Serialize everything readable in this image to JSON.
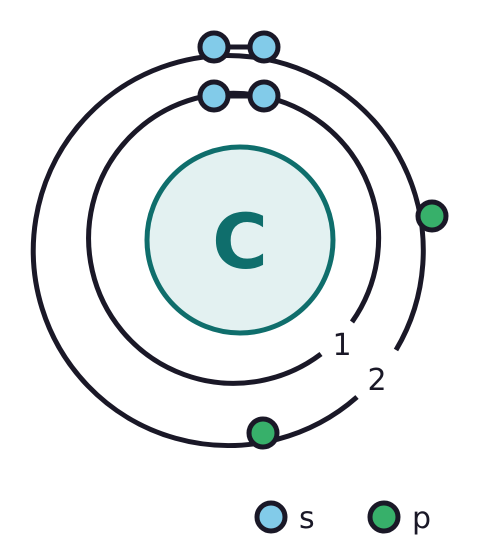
{
  "atom": {
    "symbol": "C",
    "nucleus_fill": "#e3f1f1",
    "nucleus_stroke": "#0f6e6c",
    "symbol_color": "#0f6e6c"
  },
  "shells": [
    {
      "label": "1",
      "electron_count": 2
    },
    {
      "label": "2",
      "electron_count": 4
    }
  ],
  "electrons": {
    "s_count": 4,
    "p_count": 2
  },
  "legend": [
    {
      "key": "s",
      "label": "s",
      "color": "#82cbe9"
    },
    {
      "key": "p",
      "label": "p",
      "color": "#37b06a"
    }
  ],
  "colors": {
    "orbit": "#1a1827",
    "electron_s": "#82cbe9",
    "electron_p": "#37b06a",
    "electron_stroke": "#1a1827",
    "text": "#1a1827"
  }
}
